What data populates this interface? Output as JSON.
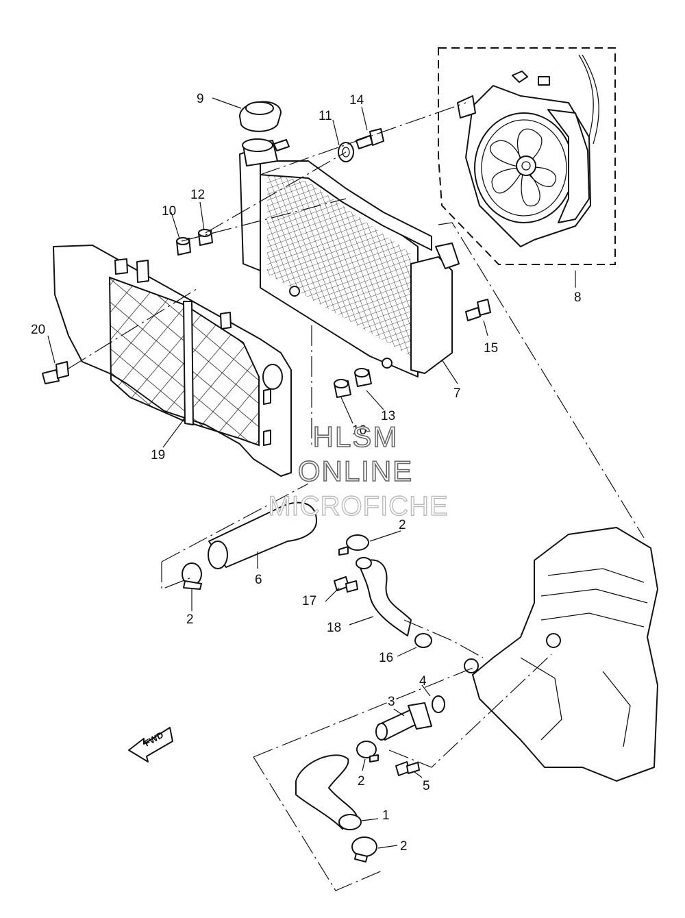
{
  "watermark": {
    "line1": "HLSM",
    "line2": "ONLINE",
    "line3": "MICROFICHE"
  },
  "direction_marker": "FWD",
  "callouts": {
    "c1": "1",
    "c2a": "2",
    "c2b": "2",
    "c2c": "2",
    "c2d": "2",
    "c3": "3",
    "c4": "4",
    "c5": "5",
    "c6": "6",
    "c7": "7",
    "c8": "8",
    "c9": "9",
    "c10a": "10",
    "c10b": "10",
    "c11": "11",
    "c12": "12",
    "c13": "13",
    "c14": "14",
    "c15": "15",
    "c16": "16",
    "c17": "17",
    "c18": "18",
    "c19": "19",
    "c20": "20"
  }
}
